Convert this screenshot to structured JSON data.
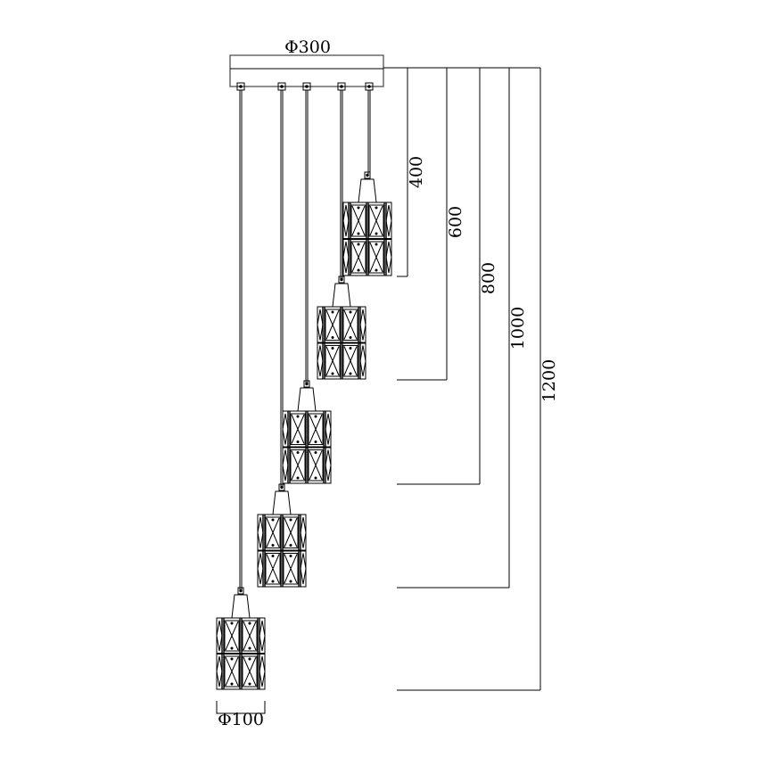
{
  "title": "5-light cascading pendant dimension drawing",
  "canopy_diameter": "Φ300",
  "shade_diameter": "Φ100",
  "drop_heights": [
    "400",
    "600",
    "800",
    "1000",
    "1200"
  ],
  "line_color": "#000000"
}
